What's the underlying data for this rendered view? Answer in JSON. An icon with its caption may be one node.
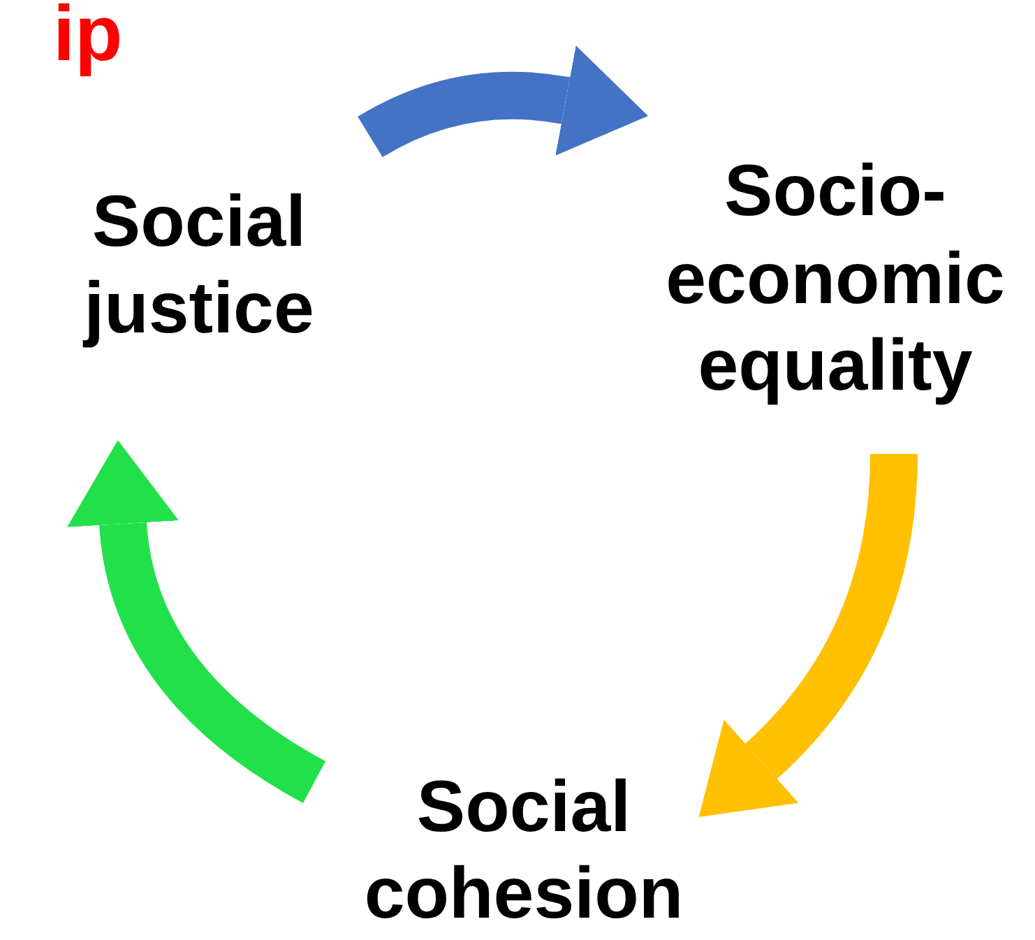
{
  "diagram": {
    "nodes": [
      {
        "text": [
          "Social justice"
        ]
      },
      {
        "text": [
          "Socio-economic equality"
        ]
      },
      {
        "text": [
          "Social cohesion"
        ]
      }
    ],
    "edges": [
      {
        "from": 0,
        "to": 1,
        "arrow": "to",
        "color": "#4472c4"
      },
      {
        "from": 1,
        "to": 2,
        "arrow": "to",
        "color": "#ffc000"
      },
      {
        "from": 2,
        "to": 0,
        "arrow": "to",
        "color": "#22e04a"
      }
    ],
    "labels": [
      "ip"
    ]
  }
}
